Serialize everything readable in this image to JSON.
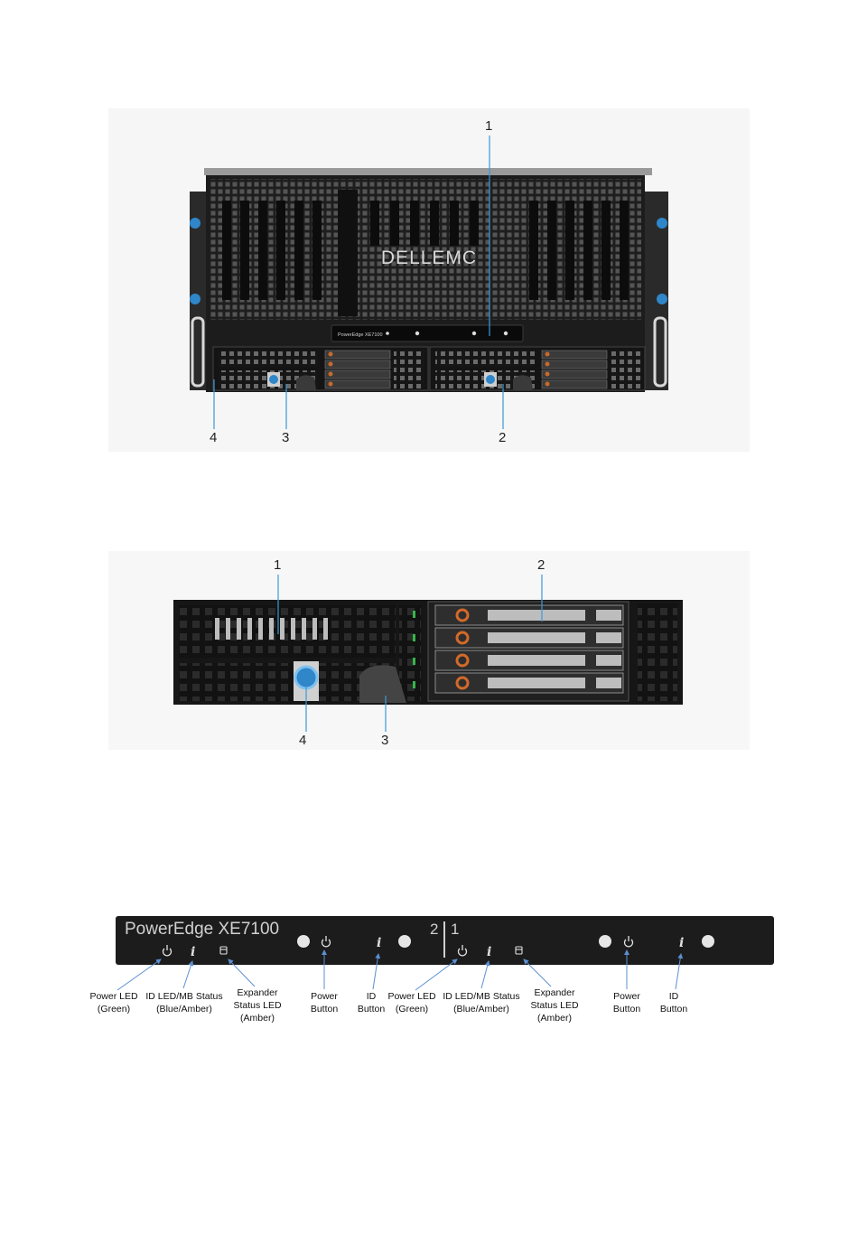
{
  "figure1": {
    "brand": "DELLEMC",
    "panel_text": "PowerEdge XE7100",
    "callouts": [
      "1",
      "2",
      "3",
      "4"
    ]
  },
  "figure2": {
    "callouts": [
      "1",
      "2",
      "3",
      "4"
    ]
  },
  "figure3": {
    "product_name": "PowerEdge XE7100",
    "node_divider_left": "2",
    "node_divider_right": "1",
    "labels": {
      "power_led": [
        "Power LED",
        "(Green)"
      ],
      "id_led": [
        "ID LED/MB Status",
        "(Blue/Amber)"
      ],
      "expander_led": [
        "Expander",
        "Status LED",
        "(Amber)"
      ],
      "power_button": [
        "Power",
        "Button"
      ],
      "id_button": [
        "ID",
        "Button"
      ]
    }
  },
  "colors": {
    "chassis": "#1c1c1c",
    "accent_blue": "#2f86c9",
    "leader_line": "#3a9ad9",
    "arrow": "#5b8fd1"
  }
}
